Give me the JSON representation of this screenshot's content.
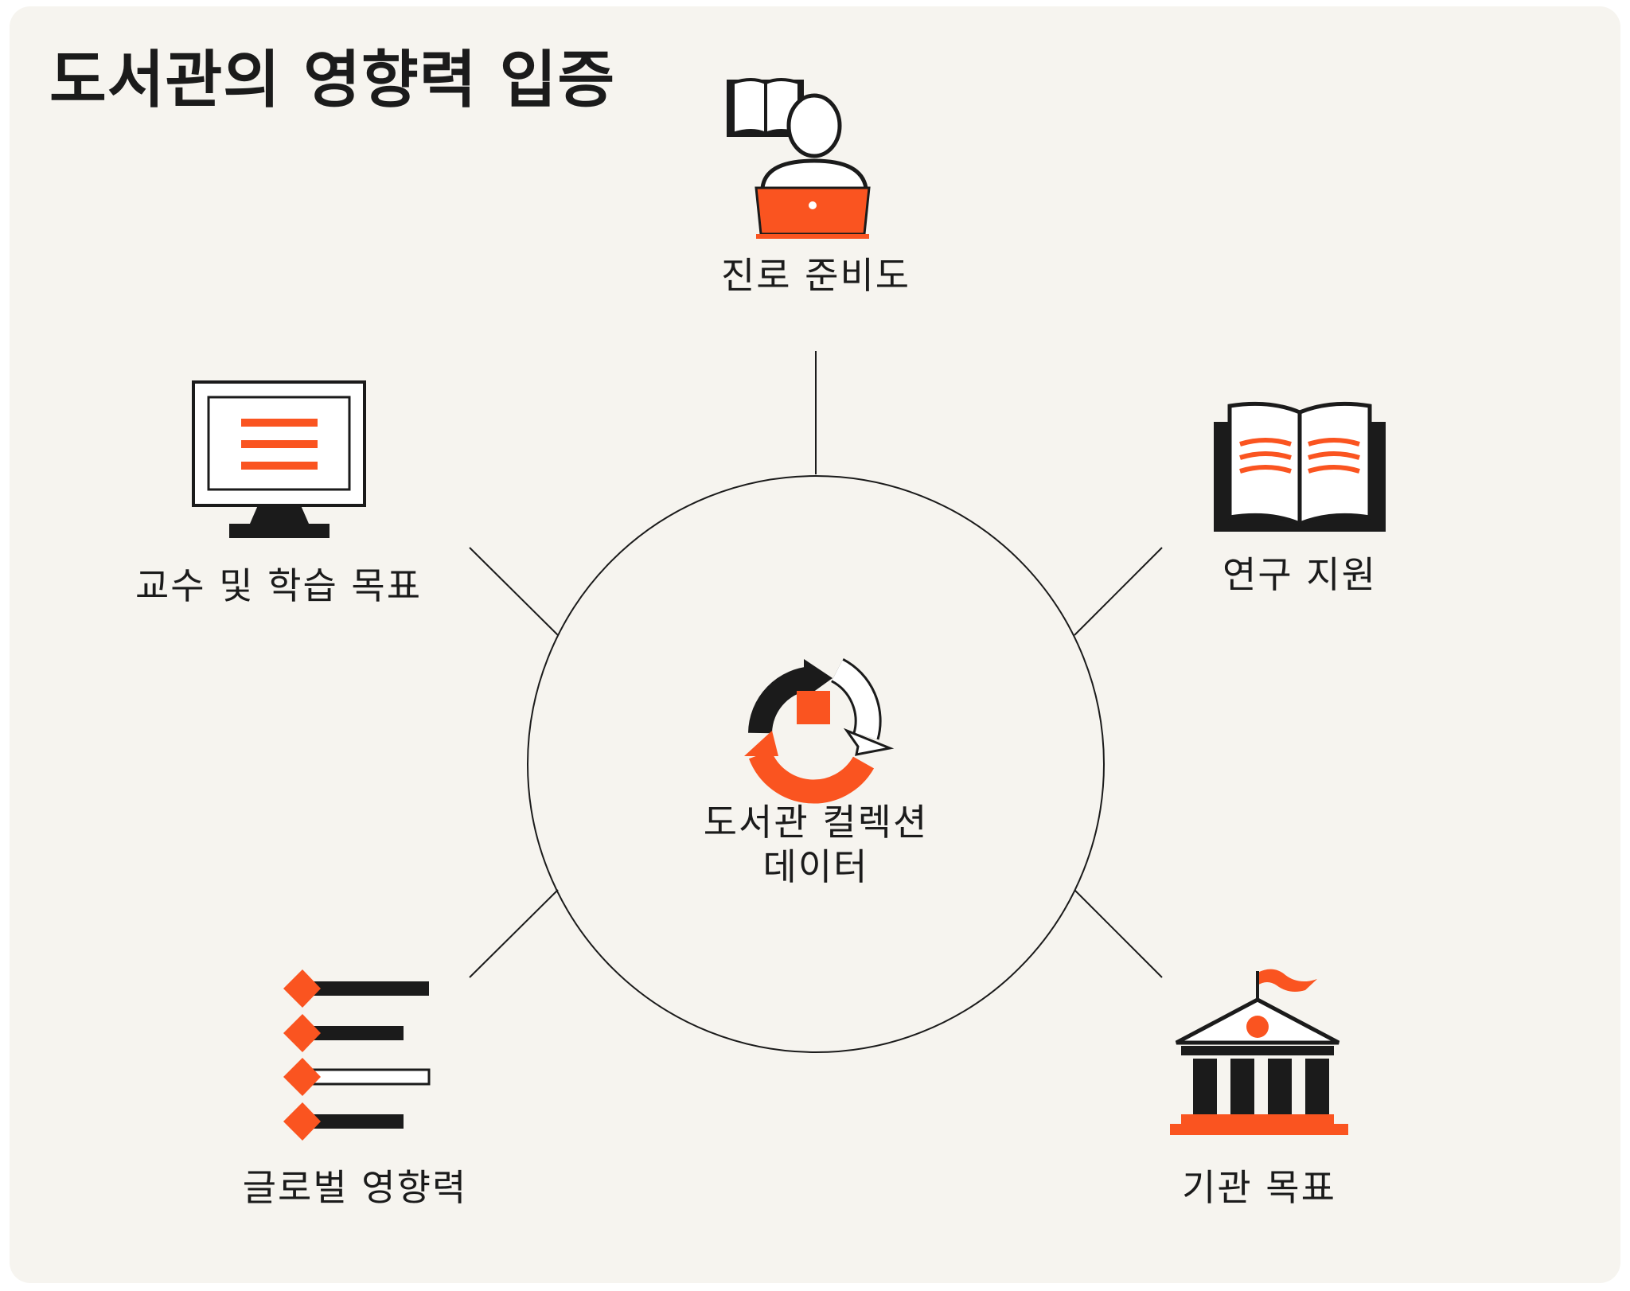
{
  "title": "도서관의 영향력 입증",
  "center": {
    "line1": "도서관 컬렉션",
    "line2": "데이터",
    "icon": "recycle-cycle-icon"
  },
  "nodes": [
    {
      "id": "career",
      "label": "진로 준비도",
      "icon": "person-laptop-book-icon"
    },
    {
      "id": "research",
      "label": "연구 지원",
      "icon": "open-book-icon"
    },
    {
      "id": "institution",
      "label": "기관 목표",
      "icon": "institution-building-icon"
    },
    {
      "id": "global",
      "label": "글로벌 영향력",
      "icon": "checklist-diamonds-icon"
    },
    {
      "id": "teaching",
      "label": "교수 및 학습 목표",
      "icon": "monitor-icon"
    }
  ],
  "colors": {
    "background": "#f6f4ef",
    "accent": "#fa5420",
    "ink": "#1b1b1b"
  }
}
